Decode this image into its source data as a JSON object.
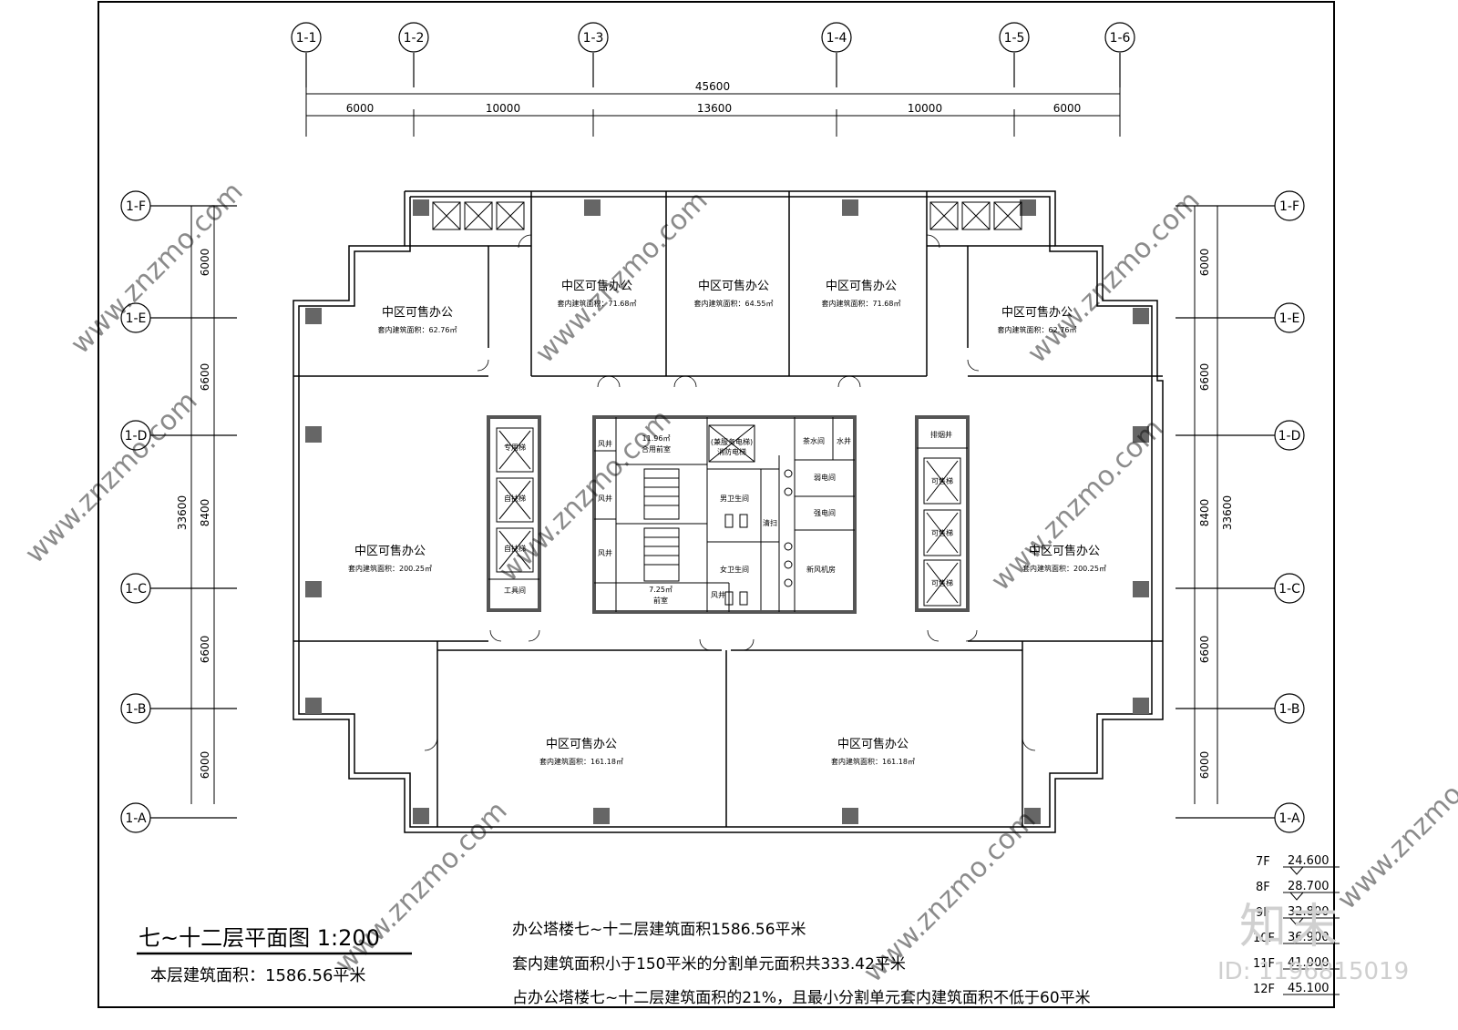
{
  "grid": {
    "cols": [
      "1-1",
      "1-2",
      "1-3",
      "1-4",
      "1-5",
      "1-6"
    ],
    "rows": [
      "1-F",
      "1-E",
      "1-D",
      "1-C",
      "1-B",
      "1-A"
    ],
    "top_total": "45600",
    "top_dims": [
      "6000",
      "10000",
      "13600",
      "10000",
      "6000"
    ],
    "side_total": "33600",
    "side_dims": [
      "6000",
      "6600",
      "8400",
      "6600",
      "6000"
    ]
  },
  "units": [
    {
      "name": "中区可售办公",
      "area": "套内建筑面积：71.68㎡"
    },
    {
      "name": "中区可售办公",
      "area": "套内建筑面积：64.55㎡"
    },
    {
      "name": "中区可售办公",
      "area": "套内建筑面积：71.68㎡"
    },
    {
      "name": "中区可售办公",
      "area": "套内建筑面积：62.76㎡"
    },
    {
      "name": "中区可售办公",
      "area": "套内建筑面积：62.76㎡"
    },
    {
      "name": "中区可售办公",
      "area": "套内建筑面积：200.25㎡"
    },
    {
      "name": "中区可售办公",
      "area": "套内建筑面积：200.25㎡"
    },
    {
      "name": "中区可售办公",
      "area": "套内建筑面积：161.18㎡"
    },
    {
      "name": "中区可售办公",
      "area": "套内建筑面积：161.18㎡"
    }
  ],
  "core_labels": {
    "zhuanyong": "专用梯",
    "zifu1": "自扶梯",
    "zifu2": "自扶梯",
    "gongju": "工具间",
    "fengjing1": "风井",
    "fengjing2": "风井",
    "fengjing3": "风井",
    "fengjing4": "风井",
    "hy_area": "11.96㎡",
    "hy_name": "合用前室",
    "qs_area": "7.25㎡",
    "qs_name": "前室",
    "fire_lift_1": "(兼服务电梯)",
    "fire_lift_2": "消防电梯",
    "men_wc": "男卫生间",
    "women_wc": "女卫生间",
    "qingjie": "清扫",
    "chashui": "茶水间",
    "shuijing": "水井",
    "ruodian": "弱电间",
    "qiangdian": "强电间",
    "xinfeng": "新风机房",
    "paiyan": "排烟井",
    "keyou1": "可售梯",
    "keyou2": "可售梯",
    "keyou3": "可售梯"
  },
  "levels": [
    {
      "floor": "7F",
      "elev": "24.600"
    },
    {
      "floor": "8F",
      "elev": "28.700"
    },
    {
      "floor": "9F",
      "elev": "32.800"
    },
    {
      "floor": "10F",
      "elev": "36.900"
    },
    {
      "floor": "11F",
      "elev": "41.000"
    },
    {
      "floor": "12F",
      "elev": "45.100"
    }
  ],
  "title": "七~十二层平面图 1:200",
  "subtitle": "本层建筑面积：1586.56平米",
  "notes": [
    "办公塔楼七~十二层建筑面积1586.56平米",
    "套内建筑面积小于150平米的分割单元面积共333.42平米",
    "占办公塔楼七~十二层建筑面积的21%，且最小分割单元套内建筑面积不低于60平米"
  ],
  "watermarks": {
    "site": "www.znzmo.com",
    "brand": "知末",
    "id": "ID: 1196815019"
  }
}
